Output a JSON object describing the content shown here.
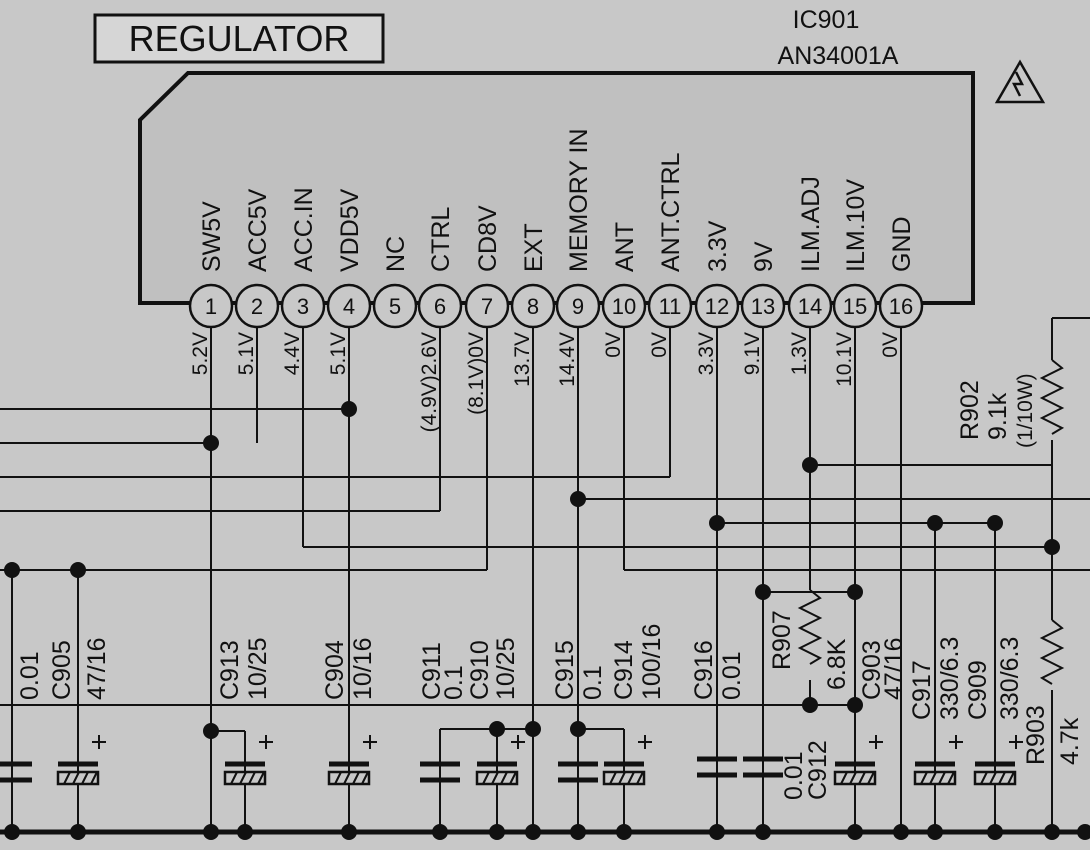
{
  "title": "REGULATOR",
  "ic": {
    "ref": "IC901",
    "part": "AN34001A"
  },
  "pins": [
    {
      "num": "1",
      "name": "SW5V",
      "voltage": "5.2V"
    },
    {
      "num": "2",
      "name": "ACC5V",
      "voltage": "5.1V"
    },
    {
      "num": "3",
      "name": "ACC.IN",
      "voltage": "4.4V"
    },
    {
      "num": "4",
      "name": "VDD5V",
      "voltage": "5.1V"
    },
    {
      "num": "5",
      "name": "NC",
      "voltage": ""
    },
    {
      "num": "6",
      "name": "CTRL",
      "voltage": "(4.9V)2.6V"
    },
    {
      "num": "7",
      "name": "CD8V",
      "voltage": "(8.1V)0V"
    },
    {
      "num": "8",
      "name": "EXT",
      "voltage": "13.7V"
    },
    {
      "num": "9",
      "name": "MEMORY IN",
      "voltage": "14.4V"
    },
    {
      "num": "10",
      "name": "ANT",
      "voltage": "0V"
    },
    {
      "num": "11",
      "name": "ANT.CTRL",
      "voltage": "0V"
    },
    {
      "num": "12",
      "name": "3.3V",
      "voltage": "3.3V"
    },
    {
      "num": "13",
      "name": "9V",
      "voltage": "9.1V"
    },
    {
      "num": "14",
      "name": "ILM.ADJ",
      "voltage": "1.3V"
    },
    {
      "num": "15",
      "name": "ILM.10V",
      "voltage": "10.1V"
    },
    {
      "num": "16",
      "name": "GND",
      "voltage": "0V"
    }
  ],
  "resistors": [
    {
      "ref": "R902",
      "value": "9.1k",
      "rating": "(1/10W)"
    },
    {
      "ref": "R907",
      "value": "6.8K"
    },
    {
      "ref": "R903",
      "value": "4.7k"
    }
  ],
  "capacitors": [
    {
      "ref": "C905",
      "value": "47/16"
    },
    {
      "ref": "C913",
      "value": "10/25"
    },
    {
      "ref": "C904",
      "value": "10/16"
    },
    {
      "ref": "C911",
      "value": "0.1"
    },
    {
      "ref": "C910",
      "value": "10/25"
    },
    {
      "ref": "C915",
      "value": "0.1"
    },
    {
      "ref": "C914",
      "value": "100/16"
    },
    {
      "ref": "C916",
      "value": "0.01"
    },
    {
      "ref": "C912",
      "value": "0.01"
    },
    {
      "ref": "C903",
      "value": "47/16"
    },
    {
      "ref": "C917",
      "value": "330/6.3"
    },
    {
      "ref": "C909",
      "value": "330/6.3"
    }
  ],
  "partial_cap_value": "0.01",
  "warning_icon": "warning-triangle-icon"
}
